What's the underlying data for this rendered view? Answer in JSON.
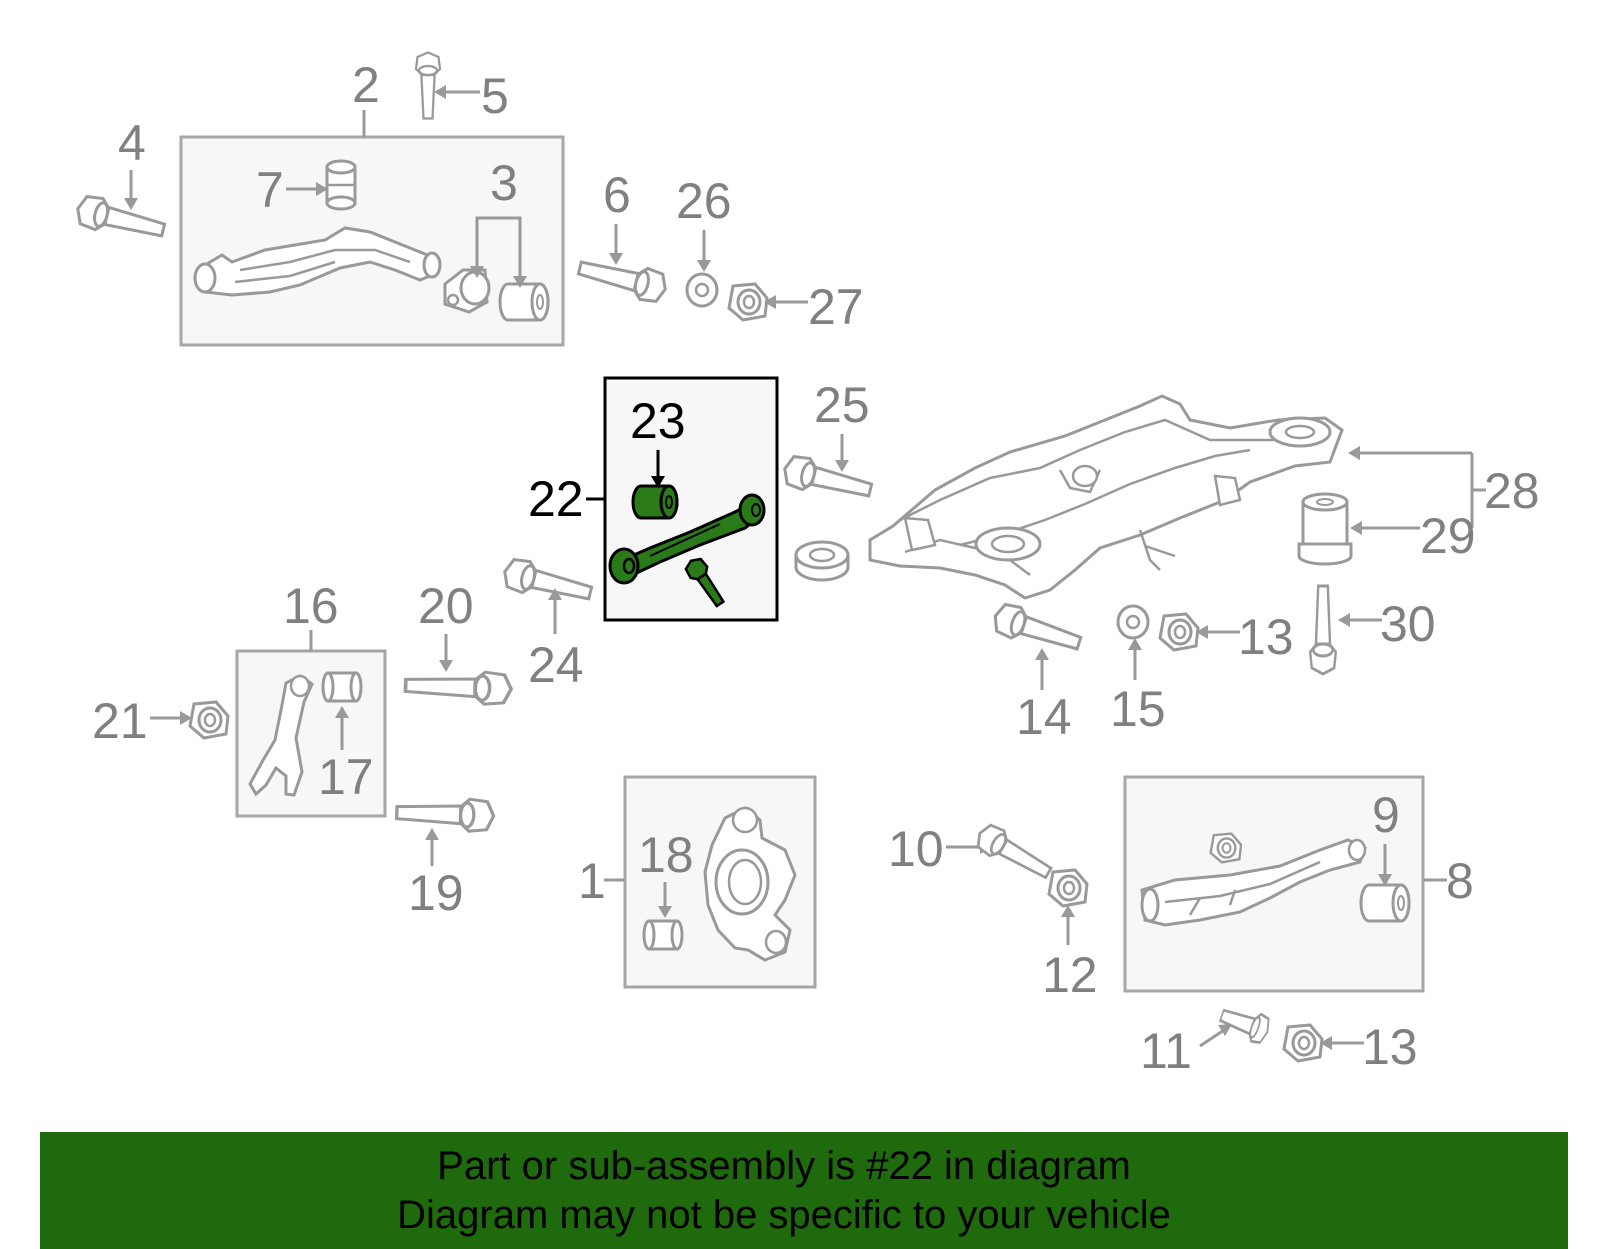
{
  "colors": {
    "part": "#999999",
    "box_fill": "#f7f7f7",
    "box_stroke": "#a6a6a6",
    "label": "#808080",
    "highlight_fill": "#2a7a1a",
    "highlight_stroke": "#000000",
    "banner_bg": "#1e6a0c",
    "banner_text": "#000000"
  },
  "callouts": {
    "c1": "1",
    "c2": "2",
    "c3": "3",
    "c4": "4",
    "c5": "5",
    "c6": "6",
    "c7": "7",
    "c8": "8",
    "c9": "9",
    "c10": "10",
    "c11": "11",
    "c12": "12",
    "c13a": "13",
    "c13b": "13",
    "c14": "14",
    "c15": "15",
    "c16": "16",
    "c17": "17",
    "c18": "18",
    "c19": "19",
    "c20": "20",
    "c21": "21",
    "c22": "22",
    "c23": "23",
    "c24": "24",
    "c25": "25",
    "c26": "26",
    "c27": "27",
    "c28": "28",
    "c29": "29",
    "c30": "30"
  },
  "highlighted_part": "22",
  "banner": {
    "line1": "Part or sub-assembly is #22 in diagram",
    "line2": "Diagram may not be specific to your vehicle"
  }
}
